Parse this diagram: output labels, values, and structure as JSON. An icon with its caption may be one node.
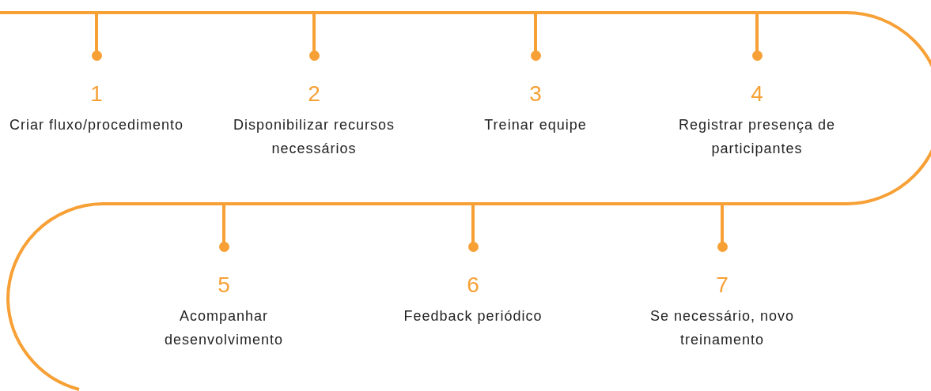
{
  "diagram": {
    "nodes": [
      {
        "text": [
          "1",
          "Criar fluxo/procedimento"
        ]
      },
      {
        "text": [
          "2",
          "Disponibilizar recursos necessários"
        ]
      },
      {
        "text": [
          "3",
          "Treinar equipe"
        ]
      },
      {
        "text": [
          "4",
          "Registrar presença de participantes"
        ]
      },
      {
        "text": [
          "5",
          "Acompanhar desenvolvimento"
        ]
      },
      {
        "text": [
          "6",
          "Feedback periódico"
        ]
      },
      {
        "text": [
          "7",
          "Se necessário, novo treinamento"
        ]
      }
    ]
  }
}
